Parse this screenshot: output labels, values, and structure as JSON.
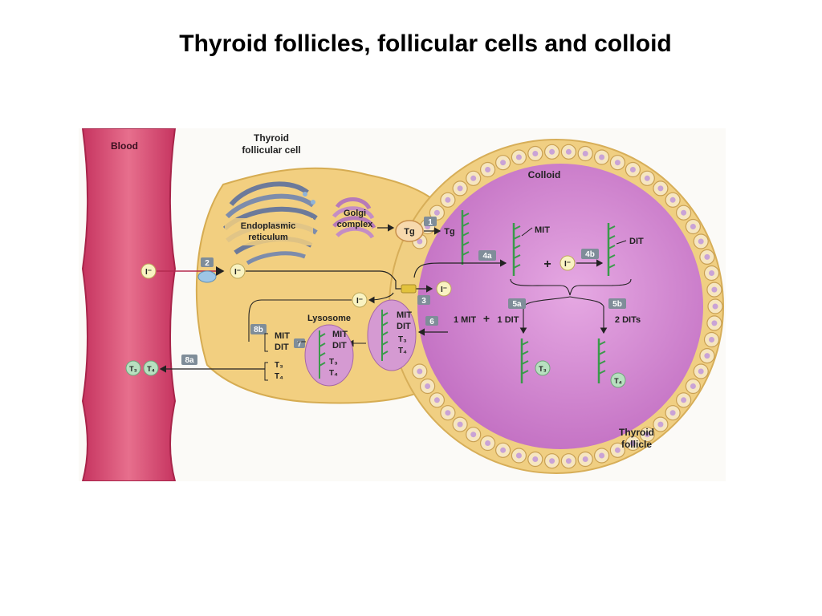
{
  "title": "Thyroid follicles, follicular cells and colloid",
  "labels": {
    "blood": "Blood",
    "follicular_cell": [
      "Thyroid",
      "follicular cell"
    ],
    "colloid": "Colloid",
    "er": [
      "Endoplasmic",
      "reticulum"
    ],
    "golgi": [
      "Golgi",
      "complex"
    ],
    "lysosome": "Lysosome",
    "follicle": [
      "Thyroid",
      "follicle"
    ],
    "tg": "Tg",
    "iodide": "I⁻",
    "mit": "MIT",
    "dit": "DIT",
    "t3": "T₃",
    "t4": "T₄",
    "plus": "+",
    "combo_left": "1 MIT",
    "combo_right": "1 DIT",
    "two_dits": "2 DITs",
    "t3_sym": "T",
    "t4_sym": "T",
    "sub3": "3",
    "sub4": "4"
  },
  "steps": {
    "s1": "1",
    "s2": "2",
    "s3": "3",
    "s4a": "4a",
    "s4b": "4b",
    "s5a": "5a",
    "s5b": "5b",
    "s6": "6",
    "s7": "7",
    "s8a": "8a",
    "s8b": "8b"
  },
  "colors": {
    "blood": "#d9456b",
    "blood_dark": "#b42a4f",
    "cell": "#f3d488",
    "cell_edge": "#d9b35c",
    "colloid": "#c77ac9",
    "colloid_light": "#e2a8e0",
    "chain": "#3a9a4a",
    "badge": "#7f8d99",
    "bubble": "#f9f3c2",
    "tbubble": "#b8e0c0"
  }
}
